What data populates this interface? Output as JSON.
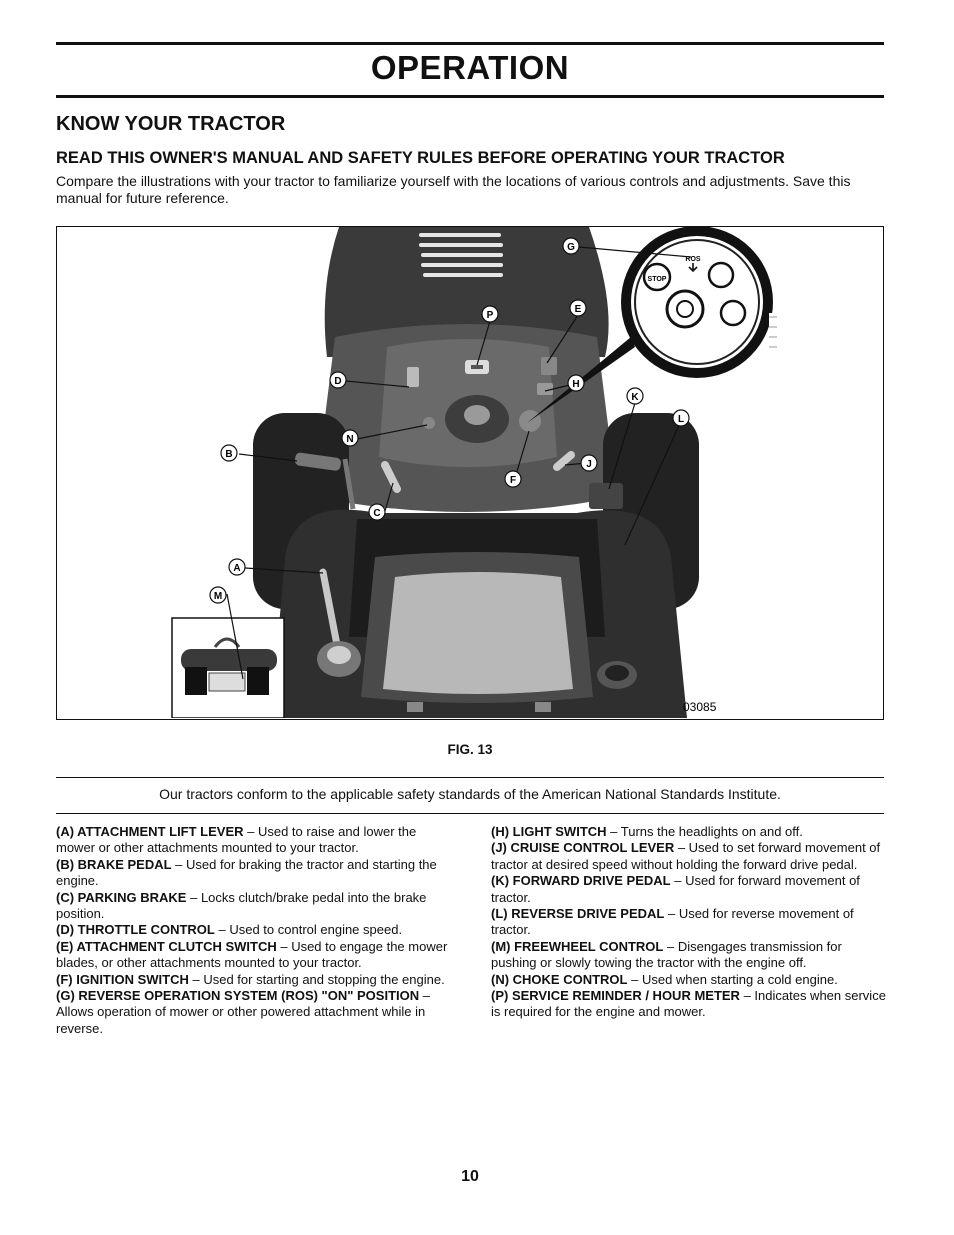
{
  "page_title": "OPERATION",
  "section_heading": "KNOW YOUR TRACTOR",
  "sub_heading": "READ THIS OWNER'S MANUAL AND SAFETY RULES BEFORE OPERATING YOUR TRACTOR",
  "intro": "Compare the illustrations with your tractor to familiarize yourself with the locations of various controls and adjustments. Save this manual for future reference.",
  "figure": {
    "image_code": "03085",
    "caption": "FIG. 13",
    "callouts": [
      "G",
      "P",
      "E",
      "D",
      "H",
      "K",
      "L",
      "N",
      "B",
      "J",
      "F",
      "C",
      "A",
      "M"
    ],
    "ignition_labels": {
      "stop": "STOP",
      "ros": "ROS"
    }
  },
  "ansi_note": "Our tractors conform to the applicable safety standards of the American National Standards Institute.",
  "controls_left": [
    {
      "term": "(A) ATTACHMENT LIFT LEVER",
      "desc": " – Used to raise and lower the mower or other attachments mounted to your tractor."
    },
    {
      "term": "(B) BRAKE PEDAL",
      "desc": " – Used for braking the tractor and starting the engine."
    },
    {
      "term": "(C) PARKING BRAKE",
      "desc": " – Locks clutch/brake pedal into the brake position."
    },
    {
      "term": "(D) THROTTLE CONTROL",
      "desc": " – Used to control engine speed."
    },
    {
      "term": "(E) ATTACHMENT CLUTCH SWITCH",
      "desc": " – Used to engage the mower blades, or other attachments mounted to your tractor."
    },
    {
      "term": "(F) IGNITION SWITCH",
      "desc": " – Used for starting and stopping the engine."
    },
    {
      "term": "(G) REVERSE OPERATION SYSTEM (ROS) \"ON\" POSITION",
      "desc": " – Allows operation of mower or other powered attachment while in reverse."
    }
  ],
  "controls_right": [
    {
      "term": "(H) LIGHT SWITCH",
      "desc": " – Turns the headlights on and off."
    },
    {
      "term": "(J) CRUISE CONTROL LEVER",
      "desc": " – Used to set forward movement of tractor at desired speed without holding the forward drive pedal."
    },
    {
      "term": "(K) FORWARD DRIVE PEDAL",
      "desc": " – Used for forward movement of tractor."
    },
    {
      "term": "(L) REVERSE DRIVE PEDAL",
      "desc": " – Used for reverse movement of tractor."
    },
    {
      "term": "(M) FREEWHEEL CONTROL",
      "desc": " – Disengages transmission for pushing or slowly  towing the tractor with the engine off."
    },
    {
      "term": "(N) CHOKE CONTROL",
      "desc": " – Used when starting a cold engine."
    },
    {
      "term": "(P) SERVICE REMINDER / HOUR METER",
      "desc": " – Indicates when service is required for the engine and mower."
    }
  ],
  "page_number": "10",
  "colors": {
    "text": "#111111",
    "tractor_dark": "#2e2e2e",
    "tractor_mid": "#5a5a5a",
    "seat_light": "#b9b9b9"
  }
}
